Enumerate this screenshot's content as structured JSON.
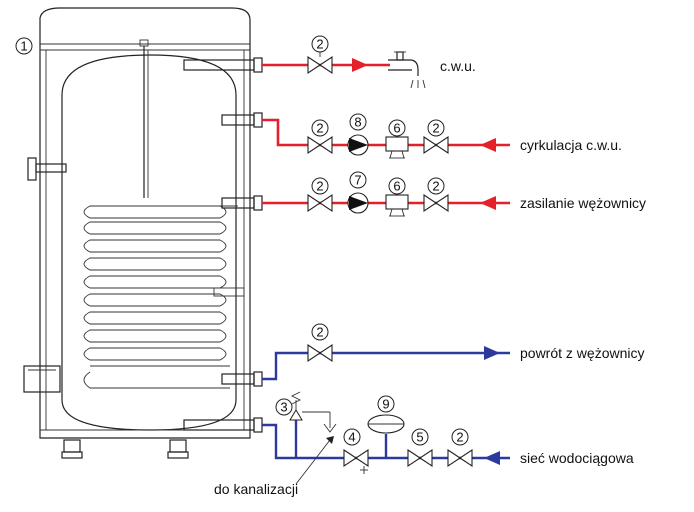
{
  "legend": {
    "hot_water": "c.w.u.",
    "circulation": "cyrkulacja c.w.u.",
    "coil_supply": "zasilanie wężownicy",
    "coil_return": "powrót z wężownicy",
    "water_mains": "sieć wodociągowa",
    "drain": "do kanalizacji"
  },
  "markers": {
    "tank": "1",
    "valve": "2",
    "safety_valve": "3",
    "check_valve": "4",
    "reducer_valve": "5",
    "filter": "6",
    "circulation_pump": "8",
    "coil_pump": "7",
    "expansion_vessel": "9"
  },
  "colors": {
    "hot_line": "#e5202a",
    "cold_line": "#2b3a9c",
    "outline": "#222222"
  }
}
